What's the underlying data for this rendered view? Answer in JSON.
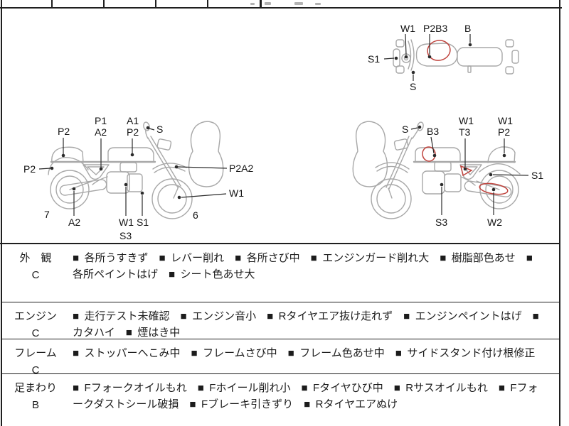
{
  "bullet": "■",
  "colors": {
    "outline_gray": "#a8a8a8",
    "annotation_red": "#c0443e",
    "ink": "#1c1c1c"
  },
  "diagrams": {
    "top_view": {
      "labels": [
        "S1",
        "W1",
        "P2B3",
        "B",
        "S"
      ]
    },
    "left_side": {
      "labels": [
        "P2",
        "P1",
        "A2",
        "A1",
        "P2",
        "S",
        "P2",
        "P2A2",
        "W1",
        "7",
        "A2",
        "W1",
        "S1",
        "S3",
        "6"
      ]
    },
    "right_side": {
      "labels": [
        "S",
        "B3",
        "W1",
        "T3",
        "W1",
        "P2",
        "S1",
        "S3",
        "W2"
      ]
    }
  },
  "sections": [
    {
      "label": "外　観",
      "grade": "C",
      "items": [
        "各所うすきず",
        "レバー削れ",
        "各所さび中",
        "エンジンガード削れ大",
        "樹脂部色あせ",
        "各所ペイントはげ",
        "シート色あせ大"
      ]
    },
    {
      "label": "エンジン",
      "grade": "C",
      "items": [
        "走行テスト未確認",
        "エンジン音小",
        "Rタイヤエア抜け走れず",
        "エンジンペイントはげ",
        "カタハイ",
        "煙はき中"
      ]
    },
    {
      "label": "フレーム",
      "grade": "C",
      "items": [
        "ストッパーへこみ中",
        "フレームさび中",
        "フレーム色あせ中",
        "サイドスタンド付け根修正"
      ]
    },
    {
      "label": "足まわり",
      "grade": "B",
      "items": [
        "Fフォークオイルもれ",
        "Fホイール削れ小",
        "Fタイヤひび中",
        "Rサスオイルもれ",
        "Fフォークダストシール破損",
        "Fブレーキ引きずり",
        "Rタイヤエアぬけ"
      ]
    }
  ]
}
